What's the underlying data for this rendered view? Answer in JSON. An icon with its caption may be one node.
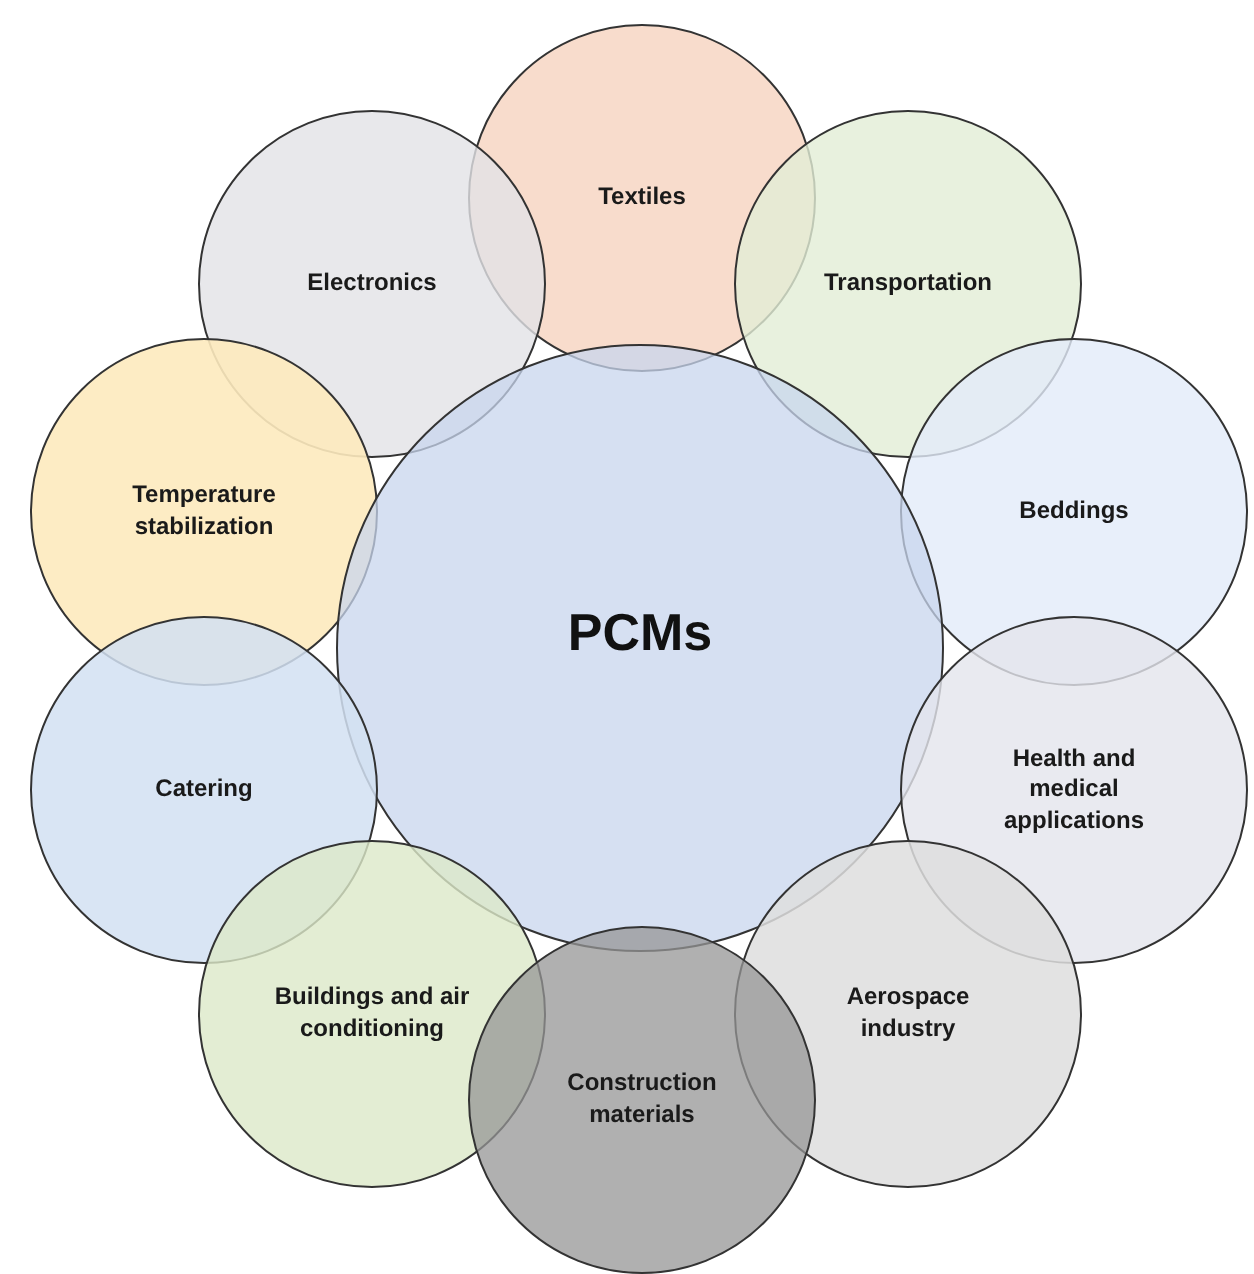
{
  "diagram": {
    "nodes": [
      {
        "text": [
          "Textiles"
        ]
      },
      {
        "text": [
          "Electronics"
        ]
      },
      {
        "text": [
          "Transportation"
        ]
      },
      {
        "text": [
          "Temperature stabilization"
        ]
      },
      {
        "text": [
          "Beddings"
        ]
      },
      {
        "text": [
          "PCMs"
        ]
      },
      {
        "text": [
          "Catering"
        ]
      },
      {
        "text": [
          "Health and medical applications"
        ]
      },
      {
        "text": [
          "Buildings and air conditioning"
        ]
      },
      {
        "text": [
          "Aerospace industry"
        ]
      },
      {
        "text": [
          "Construction materials"
        ]
      }
    ]
  }
}
